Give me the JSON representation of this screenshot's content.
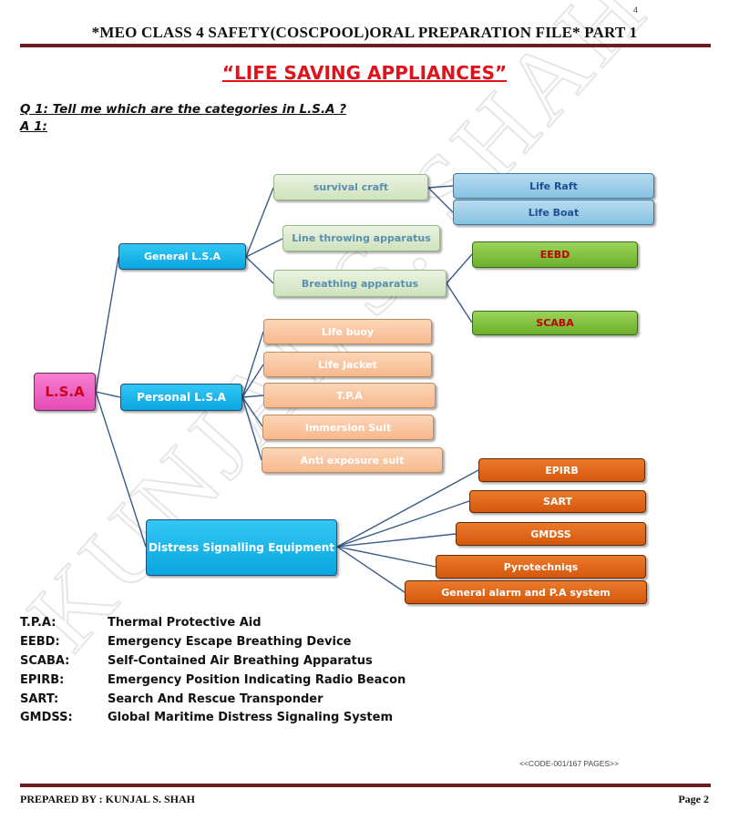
{
  "page": {
    "number": "4",
    "header_title": "*MEO CLASS 4 SAFETY(COSCPOOL)ORAL PREPARATION FILE* PART 1",
    "main_title": "“LIFE SAVING APPLIANCES”",
    "question": "Q 1:  Tell me which are the categories in L.S.A ?",
    "answer_label": "A 1:",
    "watermark": "KUNJAL S. SHAH"
  },
  "diagram": {
    "root": "L.S.A",
    "general": "General L.S.A",
    "personal": "Personal L.S.A",
    "distress": "Distress Signalling Equipment",
    "survival_craft": "survival craft",
    "life_raft": "Life Raft",
    "life_boat": "Life Boat",
    "line_throwing": "Line throwing apparatus",
    "breathing": "Breathing apparatus",
    "eebd": "EEBD",
    "scaba": "SCABA",
    "life_buoy": "Life buoy",
    "life_jacket": "Life Jacket",
    "tpa": "T.P.A",
    "immersion_suit": "Immersion Suit",
    "anti_exposure": "Anti exposure suit",
    "epirb": "EPIRB",
    "sart": "SART",
    "gmdss": "GMDSS",
    "pyro": "Pyrotechniqs",
    "general_alarm": "General alarm and P.A system"
  },
  "abbreviations": [
    {
      "key": "T.P.A:",
      "value": "Thermal Protective Aid"
    },
    {
      "key": "EEBD:",
      "value": "Emergency Escape Breathing Device"
    },
    {
      "key": "SCABA:",
      "value": "Self-Contained Air Breathing Apparatus"
    },
    {
      "key": "EPIRB:",
      "value": "Emergency Position Indicating Radio Beacon"
    },
    {
      "key": "SART:",
      "value": "Search And Rescue Transponder"
    },
    {
      "key": "GMDSS:",
      "value": "Global Maritime Distress Signaling System"
    }
  ],
  "footer": {
    "code": "<<CODE-001/167 PAGES>>",
    "prepared_by": "PREPARED BY : KUNJAL S. SHAH",
    "page_label": "Page 2"
  },
  "colors": {
    "title_red": "#e0121a",
    "rule": "#6b1f1f",
    "connector": "#3b5b8a"
  }
}
